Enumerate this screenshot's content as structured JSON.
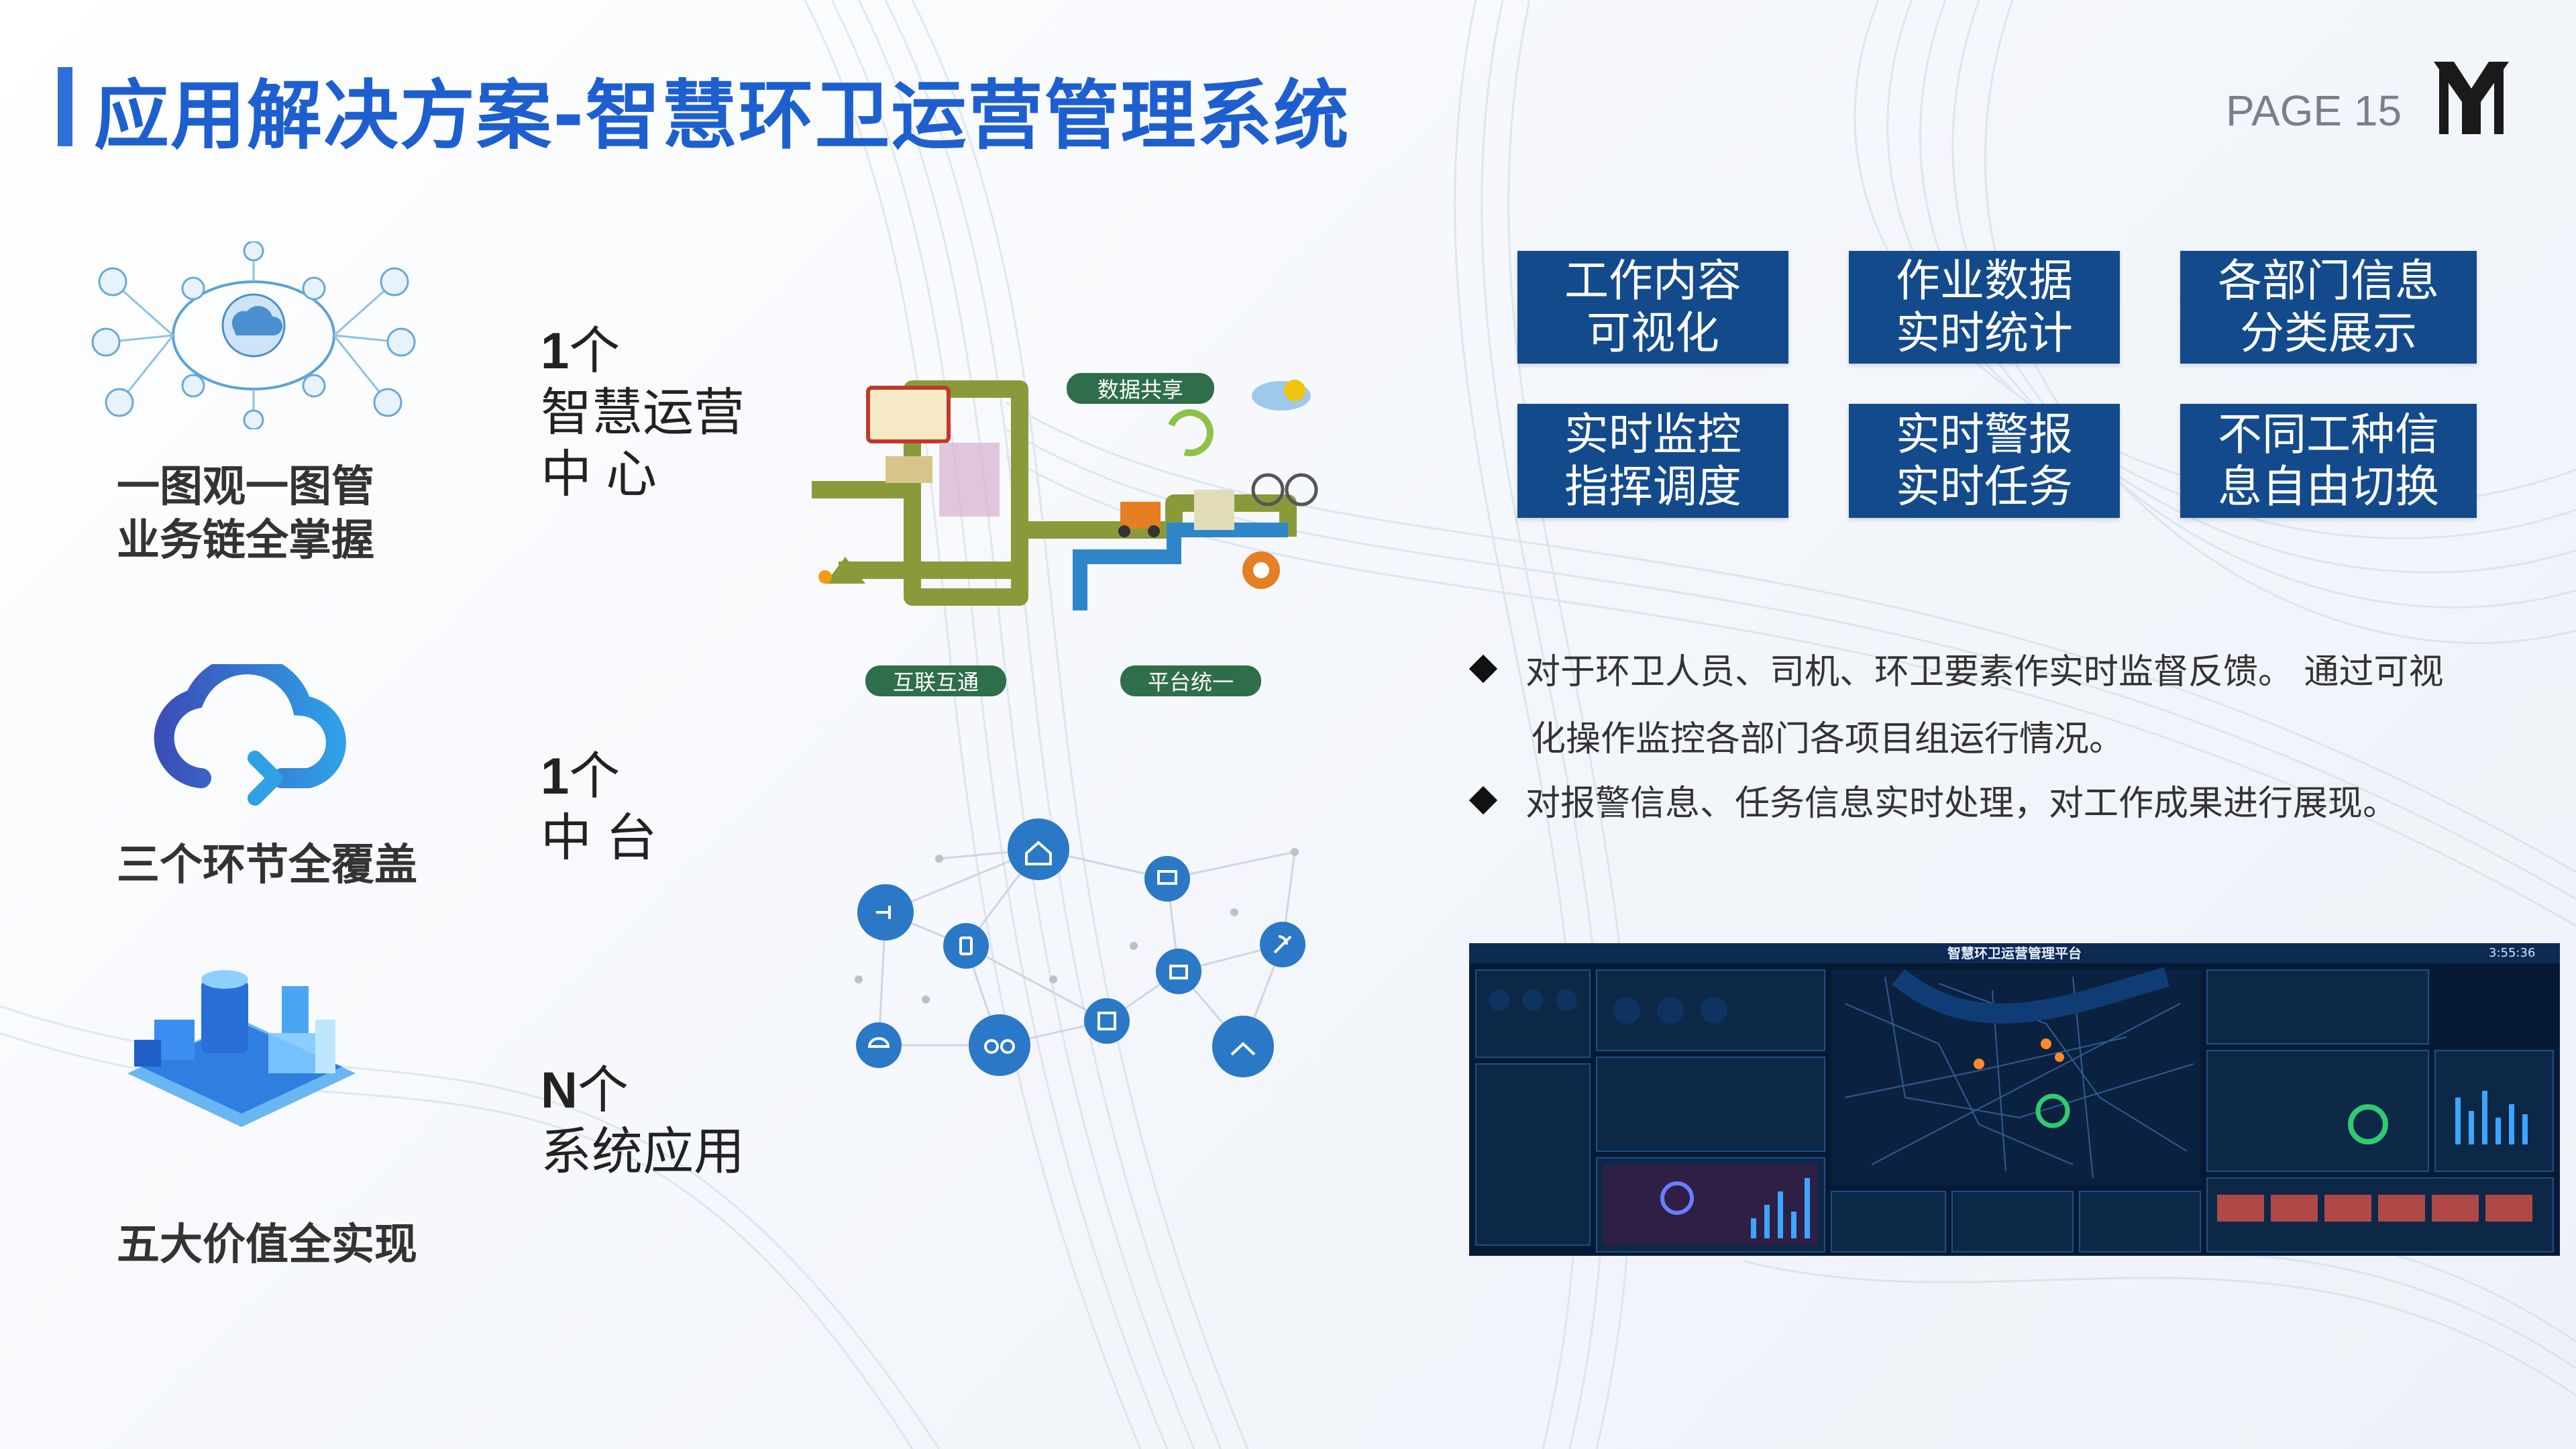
{
  "header": {
    "title": "应用解决方案-智慧环卫运营管理系统",
    "page": "PAGE 15"
  },
  "features": [
    {
      "line1": "一图观一图管",
      "line2": "业务链全掌握"
    },
    {
      "line1": "三个环节全覆盖"
    },
    {
      "line1": "五大价值全实现"
    }
  ],
  "counts": [
    {
      "num": "1",
      "unit": "个",
      "desc": [
        "智慧运营",
        "中 心"
      ]
    },
    {
      "num": "1",
      "unit": "个",
      "desc": [
        "中 台"
      ]
    },
    {
      "num": "N",
      "unit": "个",
      "desc": [
        "系统应用"
      ]
    }
  ],
  "diagram": {
    "labels": [
      "数据共享",
      "互联互通",
      "平台统一"
    ]
  },
  "buttons": [
    [
      "工作内容",
      "可视化"
    ],
    [
      "作业数据",
      "实时统计"
    ],
    [
      "各部门信息",
      "分类展示"
    ],
    [
      "实时监控",
      "指挥调度"
    ],
    [
      "实时警报",
      "实时任务"
    ],
    [
      "不同工种信",
      "息自由切换"
    ]
  ],
  "bullets": [
    [
      "对于环卫人员、司机、环卫要素作实时监督反馈。 通过可视",
      "化操作监控各部门各项目组运行情况。"
    ],
    [
      "对报警信息、任务信息实时处理，对工作成果进行展现。"
    ]
  ],
  "dashboard": {
    "title": "智慧环卫运营管理平台",
    "time": "3:55:36"
  },
  "colors": {
    "title_blue": "#1e5fd0",
    "button_navy": "#134a8c",
    "dashboard_bg": "#071a35",
    "node_blue": "#2a78c6"
  }
}
